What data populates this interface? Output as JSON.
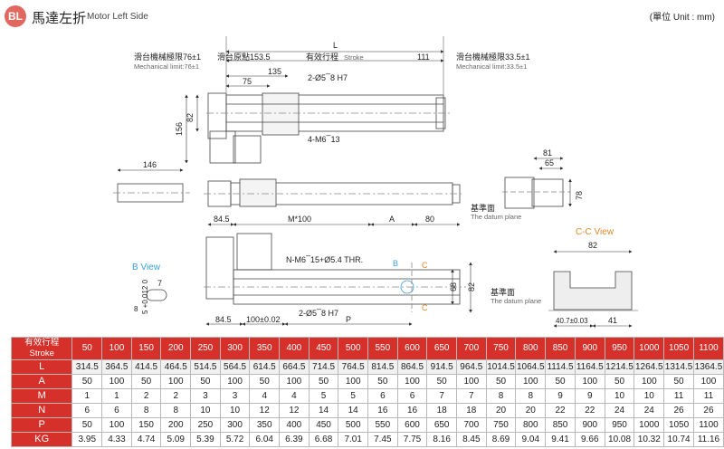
{
  "header": {
    "badge": "BL",
    "title_zh": "馬達左折",
    "title_en": "Motor Left Side",
    "unit": "(單位 Unit : mm)"
  },
  "drawing": {
    "L": "L",
    "stroke_zh": "有效行程",
    "stroke_en": "Stroke",
    "mech_left_zh": "滑台機械極限76±1",
    "mech_left_en": "Mechanical limit:76±1",
    "mech_right_zh": "滑台機械極限33.5±1",
    "mech_right_en": "Mechanical limit:33.5±1",
    "origin": "滑台原點153.5",
    "d111": "111",
    "d135": "135",
    "d75": "75",
    "hole_a": "2-Ø5 ̅ 8 H7",
    "d82": "82",
    "d156": "156",
    "tap": "4-M6 ̅ 13",
    "d146": "146",
    "d81": "81",
    "d65": "65",
    "d78": "78",
    "datum_zh": "基準面",
    "datum_en": "The datum plane",
    "d84_5": "84.5",
    "m100": "M*100",
    "a": "A",
    "d80": "80",
    "n_hole": "N-M6 ̅ 15+Ø5.4 THR.",
    "b_mark": "B",
    "c_mark": "C",
    "c_mark2": "C",
    "d68": "68",
    "d82b": "82",
    "hole_b": "2-Ø5 ̅ 8 H7",
    "d84_5b": "84.5",
    "d100": "100±0.02",
    "p": "P",
    "b_view": "B View",
    "b_7": "7",
    "b_5": "5 +0.012 0",
    "b_8": "8",
    "cc_view": "C-C View",
    "cc_82": "82",
    "cc_datum_zh": "基準面",
    "cc_datum_en": "The datum plane",
    "cc_407": "40.7±0.03",
    "cc_41": "41"
  },
  "table": {
    "head_zh": "有效行程",
    "head_en": "Stroke",
    "strokes": [
      "50",
      "100",
      "150",
      "200",
      "250",
      "300",
      "350",
      "400",
      "450",
      "500",
      "550",
      "600",
      "650",
      "700",
      "750",
      "800",
      "850",
      "900",
      "950",
      "1000",
      "1050",
      "1100"
    ],
    "rows": [
      {
        "label": "L",
        "values": [
          "314.5",
          "364.5",
          "414.5",
          "464.5",
          "514.5",
          "564.5",
          "614.5",
          "664.5",
          "714.5",
          "764.5",
          "814.5",
          "864.5",
          "914.5",
          "964.5",
          "1014.5",
          "1064.5",
          "1114.5",
          "1164.5",
          "1214.5",
          "1264.5",
          "1314.5",
          "1364.5"
        ]
      },
      {
        "label": "A",
        "values": [
          "50",
          "100",
          "50",
          "100",
          "50",
          "100",
          "50",
          "100",
          "50",
          "100",
          "50",
          "100",
          "50",
          "100",
          "50",
          "100",
          "50",
          "100",
          "50",
          "100",
          "50",
          "100"
        ]
      },
      {
        "label": "M",
        "values": [
          "1",
          "1",
          "2",
          "2",
          "3",
          "3",
          "4",
          "4",
          "5",
          "5",
          "6",
          "6",
          "7",
          "7",
          "8",
          "8",
          "9",
          "9",
          "10",
          "10",
          "11",
          "11"
        ]
      },
      {
        "label": "N",
        "values": [
          "6",
          "6",
          "8",
          "8",
          "10",
          "10",
          "12",
          "12",
          "14",
          "14",
          "16",
          "16",
          "18",
          "18",
          "20",
          "20",
          "22",
          "22",
          "24",
          "24",
          "26",
          "26"
        ]
      },
      {
        "label": "P",
        "values": [
          "50",
          "100",
          "150",
          "200",
          "250",
          "300",
          "350",
          "400",
          "450",
          "500",
          "550",
          "600",
          "650",
          "700",
          "750",
          "800",
          "850",
          "900",
          "950",
          "1000",
          "1050",
          "1100"
        ]
      },
      {
        "label": "KG",
        "values": [
          "3.95",
          "4.33",
          "4.74",
          "5.09",
          "5.39",
          "5.72",
          "6.04",
          "6.39",
          "6.68",
          "7.01",
          "7.45",
          "7.75",
          "8.16",
          "8.45",
          "8.69",
          "9.04",
          "9.41",
          "9.66",
          "10.08",
          "10.32",
          "10.74",
          "11.16"
        ]
      }
    ]
  }
}
